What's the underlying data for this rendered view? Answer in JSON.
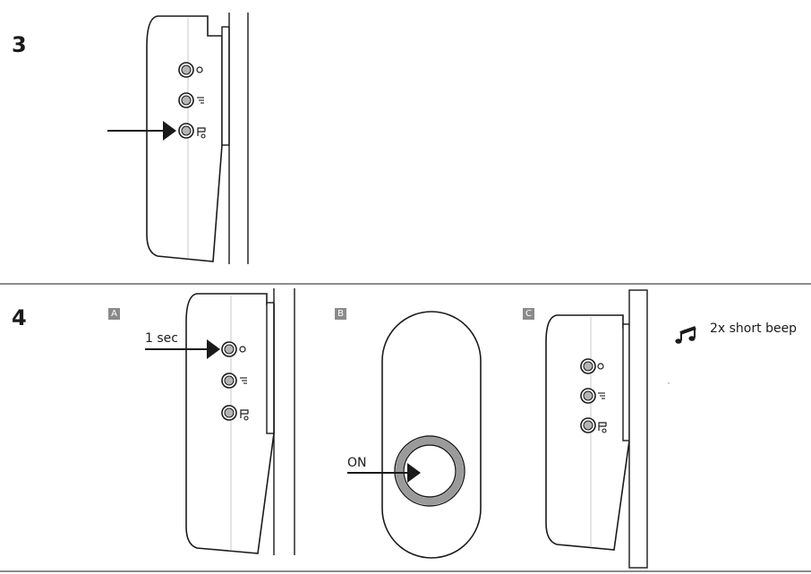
{
  "steps": [
    {
      "number": "3"
    },
    {
      "number": "4"
    }
  ],
  "panels": [
    {
      "letter": "A",
      "press_label": "1 sec"
    },
    {
      "letter": "B",
      "press_label": "ON"
    },
    {
      "letter": "C"
    }
  ],
  "result": {
    "text": "2x short beep",
    "icon": "music-note-icon"
  },
  "colors": {
    "line": "#1a1a1a",
    "ring": "#9a9a9a",
    "badge": "#8a8a8a"
  }
}
